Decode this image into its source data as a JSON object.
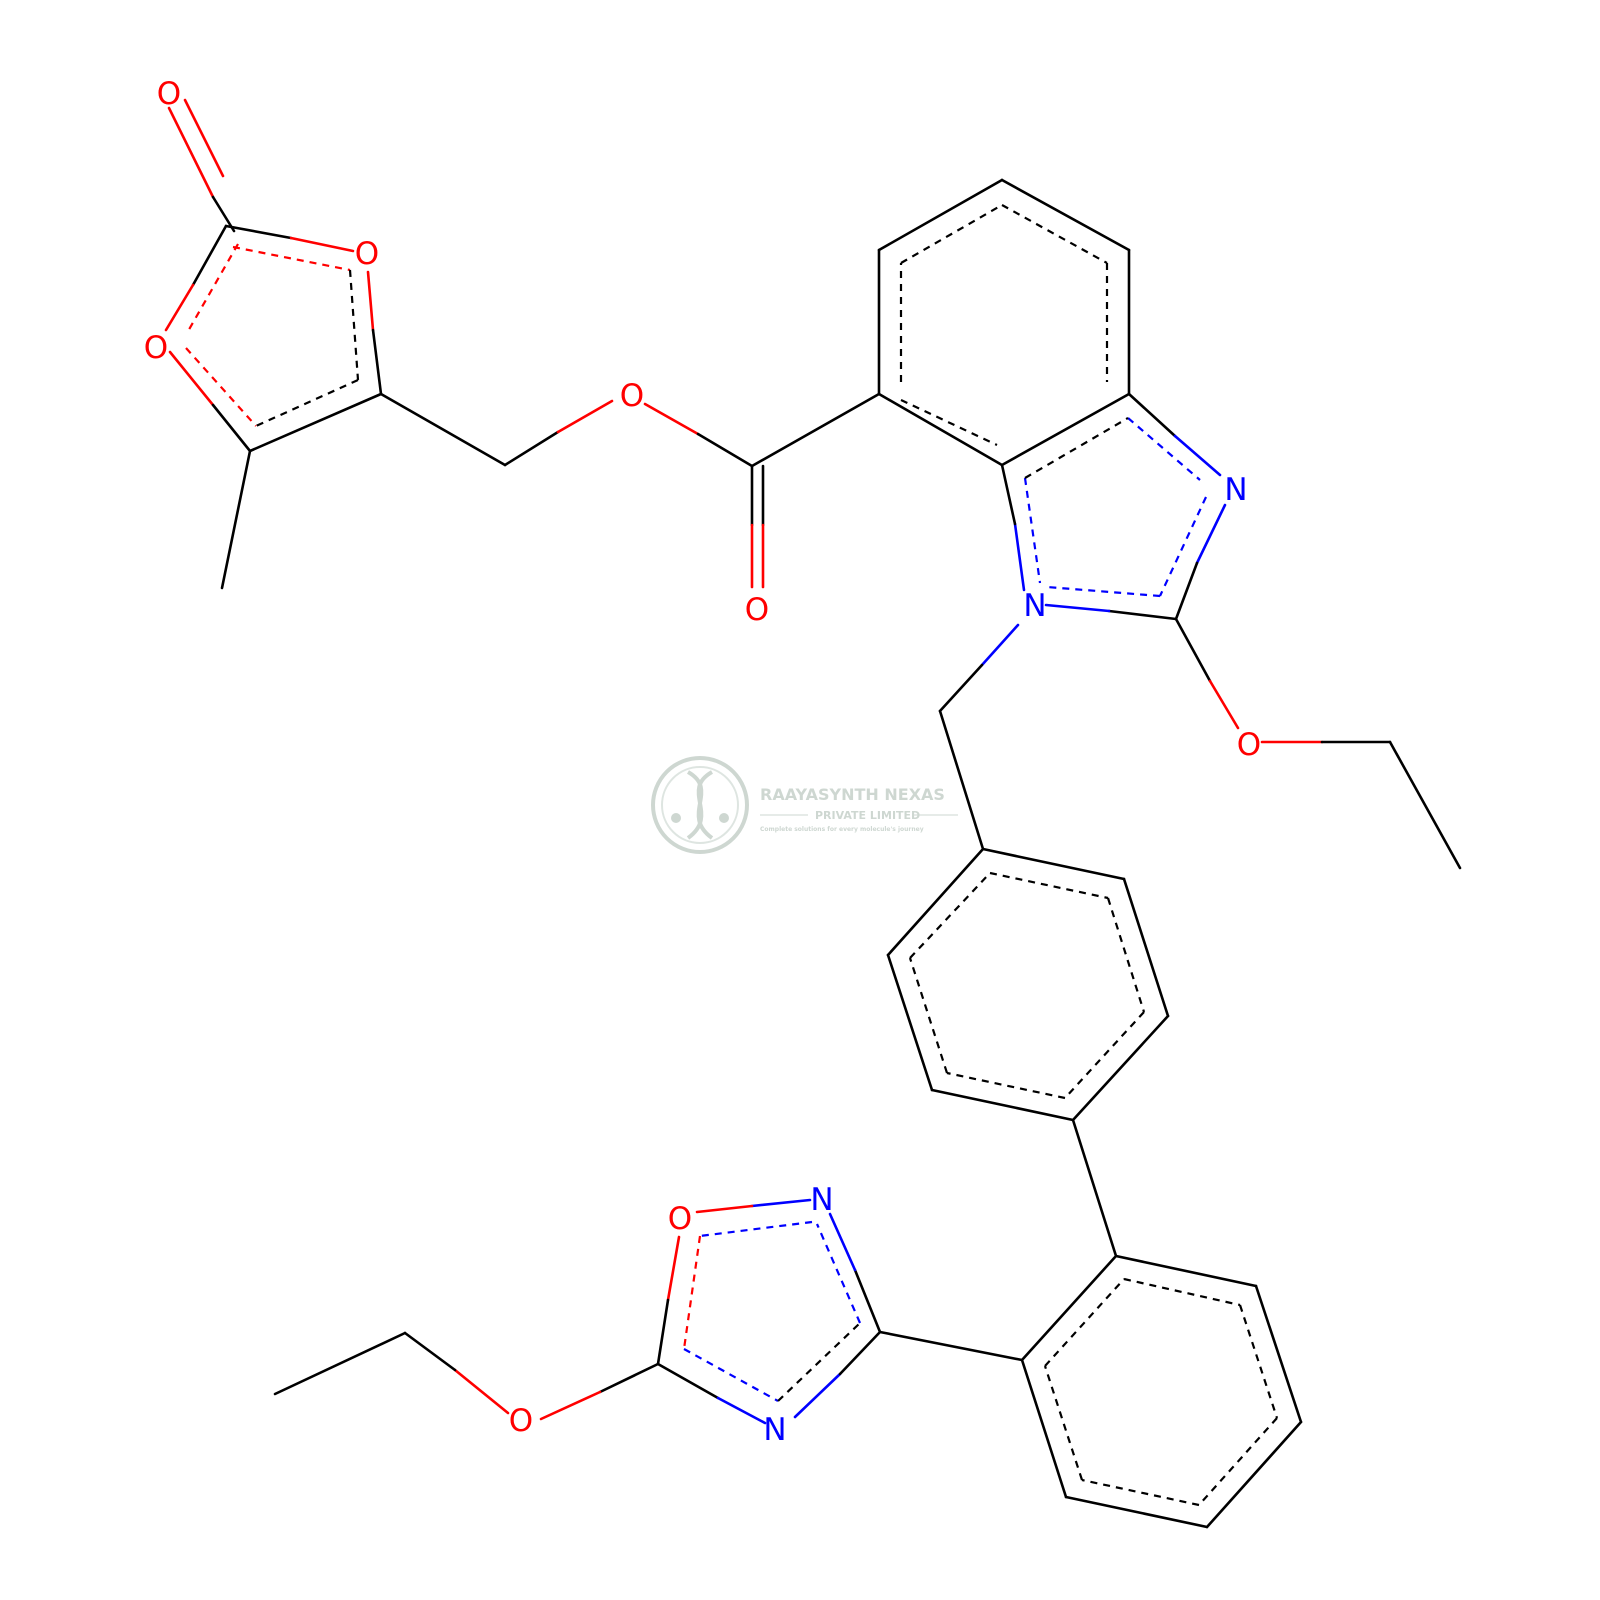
{
  "colors": {
    "C": "#000000",
    "O": "#ff0000",
    "N": "#0000ff",
    "watermark": "#c9d3cd"
  },
  "watermark": {
    "line1": "RAAYASYNTH NEXAS",
    "line2": "PRIVATE LIMITED",
    "line3": "Complete solutions for every molecule's journey",
    "logo_icon": "dna-helix-logo-icon"
  },
  "atom_labels": {
    "o_carbonyl_top": "O",
    "o_ring_right": "O",
    "o_ring_left": "O",
    "o_ester": "O",
    "o_ester_carbonyl": "O",
    "n_imidazole_3": "N",
    "n_imidazole_1": "N",
    "o_ethoxy_right": "O",
    "o_oxadiazole": "O",
    "n_oxadiazole_2": "N",
    "n_oxadiazole_4": "N",
    "o_ethoxy_left": "O"
  }
}
